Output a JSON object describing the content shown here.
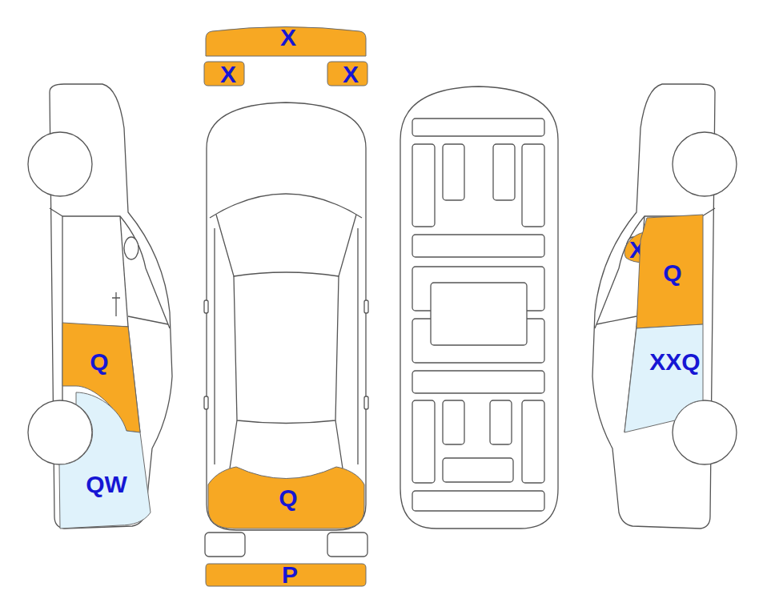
{
  "diagram": {
    "nodes": [
      {
        "text": [
          "X"
        ]
      },
      {
        "text": [
          "X"
        ]
      },
      {
        "text": [
          "X"
        ]
      },
      {
        "text": [
          "X"
        ]
      },
      {
        "text": [
          "Q"
        ]
      },
      {
        "text": [
          "Q"
        ]
      },
      {
        "text": [
          "XXQ"
        ]
      },
      {
        "text": [
          "QW"
        ]
      },
      {
        "text": [
          "Q"
        ]
      },
      {
        "text": [
          "P"
        ]
      }
    ]
  }
}
